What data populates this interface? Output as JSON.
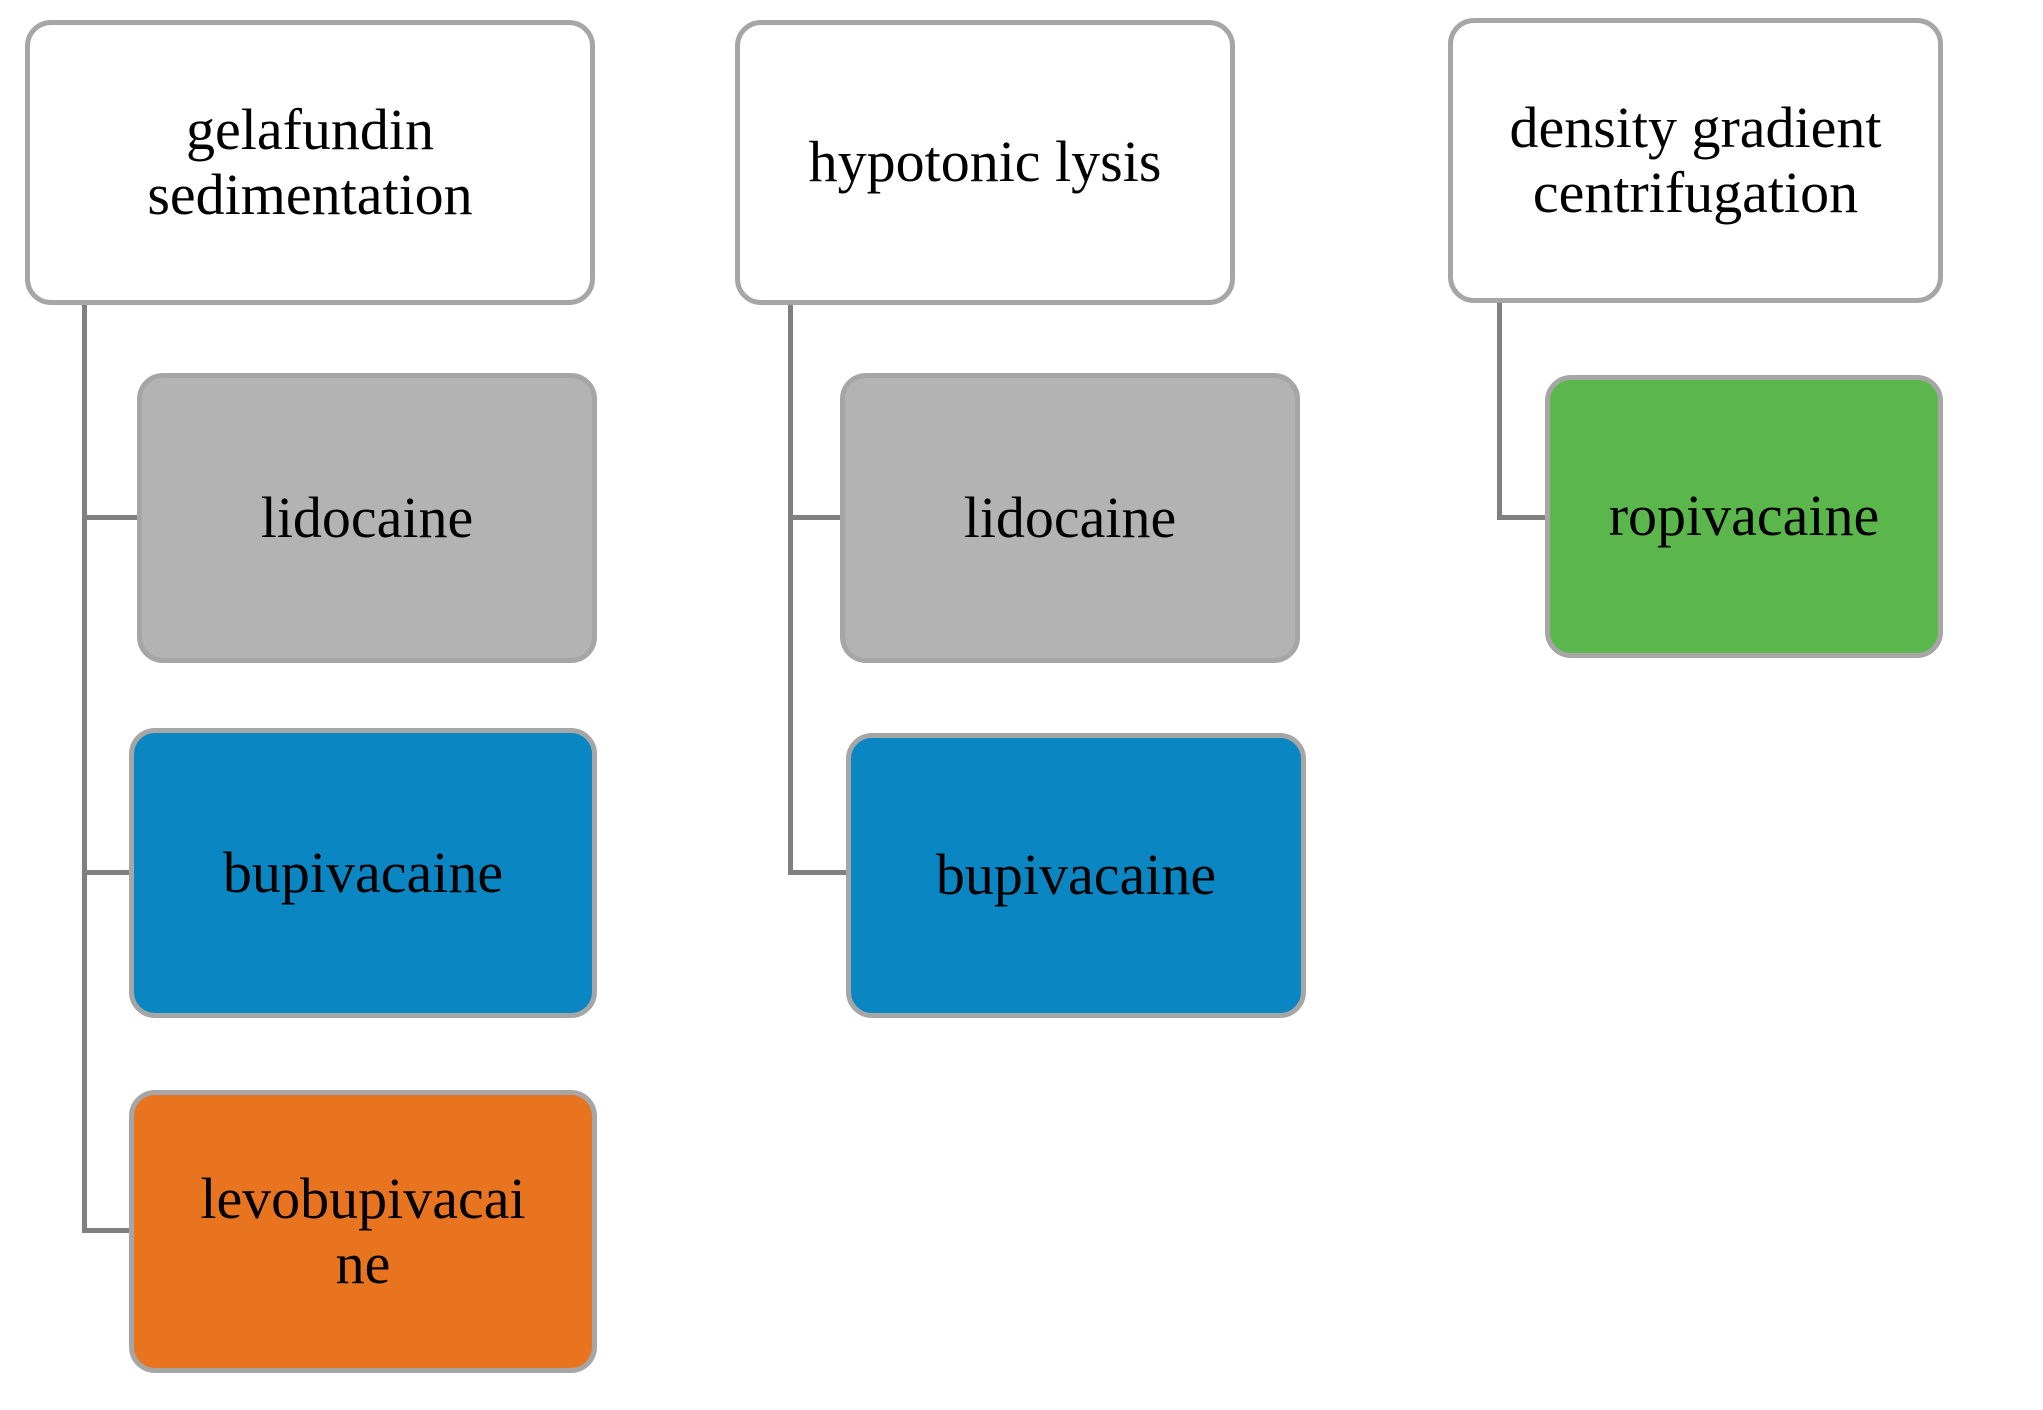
{
  "diagram": {
    "type": "hierarchy-tree",
    "orientation": "horizontal-branches",
    "background_color": "#FFFFFF",
    "connector_color": "#808080",
    "node_border_color": "#A6A6A6",
    "text_color": "#000000",
    "columns": [
      {
        "id": "column-1",
        "header": {
          "label": "gelafundin sedimentation",
          "line1": "gelafundin",
          "line2": "sedimentation",
          "fill_color": "#FFFFFF"
        },
        "children": [
          {
            "label": "lidocaine",
            "fill_color": "#B3B3B3",
            "color_name": "gray"
          },
          {
            "label": "bupivacaine",
            "fill_color": "#0A86C2",
            "color_name": "blue"
          },
          {
            "label": "levobupivacaine",
            "line1": "levobupivacai",
            "line2": "ne",
            "fill_color": "#E8741F",
            "color_name": "orange"
          }
        ]
      },
      {
        "id": "column-2",
        "header": {
          "label": "hypotonic lysis",
          "line1": "hypotonic lysis",
          "line2": "",
          "fill_color": "#FFFFFF"
        },
        "children": [
          {
            "label": "lidocaine",
            "fill_color": "#B3B3B3",
            "color_name": "gray"
          },
          {
            "label": "bupivacaine",
            "fill_color": "#0A86C2",
            "color_name": "blue"
          }
        ]
      },
      {
        "id": "column-3",
        "header": {
          "label": "density gradient centrifugation",
          "line1": "density gradient",
          "line2": "centrifugation",
          "fill_color": "#FFFFFF"
        },
        "children": [
          {
            "label": "ropivacaine",
            "fill_color": "#5BB64C",
            "color_name": "green"
          }
        ]
      }
    ]
  }
}
